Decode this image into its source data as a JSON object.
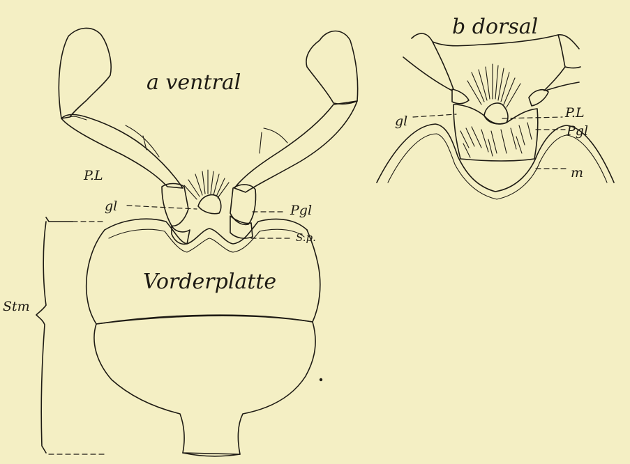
{
  "figure": {
    "panel_a": {
      "title": "a ventral",
      "labels": {
        "pl": "P.L",
        "gl": "gl",
        "pgl": "Pgl",
        "sp": "S.p.",
        "vorderplatte": "Vorderplatte",
        "stm": "Stm"
      }
    },
    "panel_b": {
      "title": "b dorsal",
      "labels": {
        "gl": "gl",
        "pl": "P.L",
        "pgl": "Pgl",
        "m": "m"
      }
    },
    "colors": {
      "paper": "#f4efc4",
      "ink": "#1e1b14"
    }
  }
}
